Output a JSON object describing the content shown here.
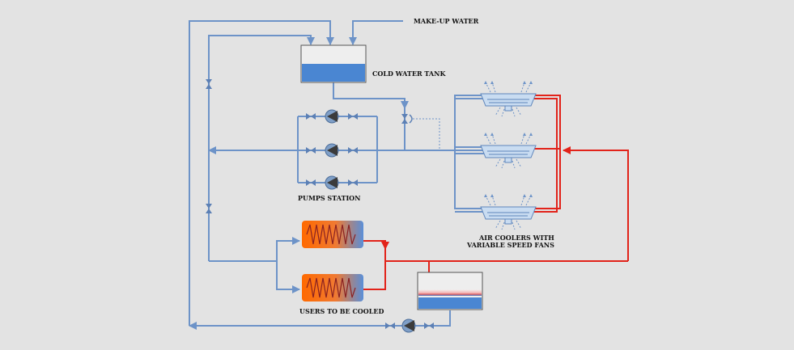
{
  "labels": {
    "makeup_water": "MAKE-UP WATER",
    "cold_water_tank": "COLD WATER TANK",
    "pumps_station": "PUMPS STATION",
    "air_coolers_line1": "AIR COOLERS WITH",
    "air_coolers_line2": "VARIABLE SPEED FANS",
    "users": "USERS TO BE COOLED"
  },
  "colors": {
    "cold_pipe": "#6d93c8",
    "hot_pipe": "#e2231a",
    "water": "#4a86d2",
    "heater_hot": "#ff6a00",
    "background": "#e3e3e3"
  }
}
